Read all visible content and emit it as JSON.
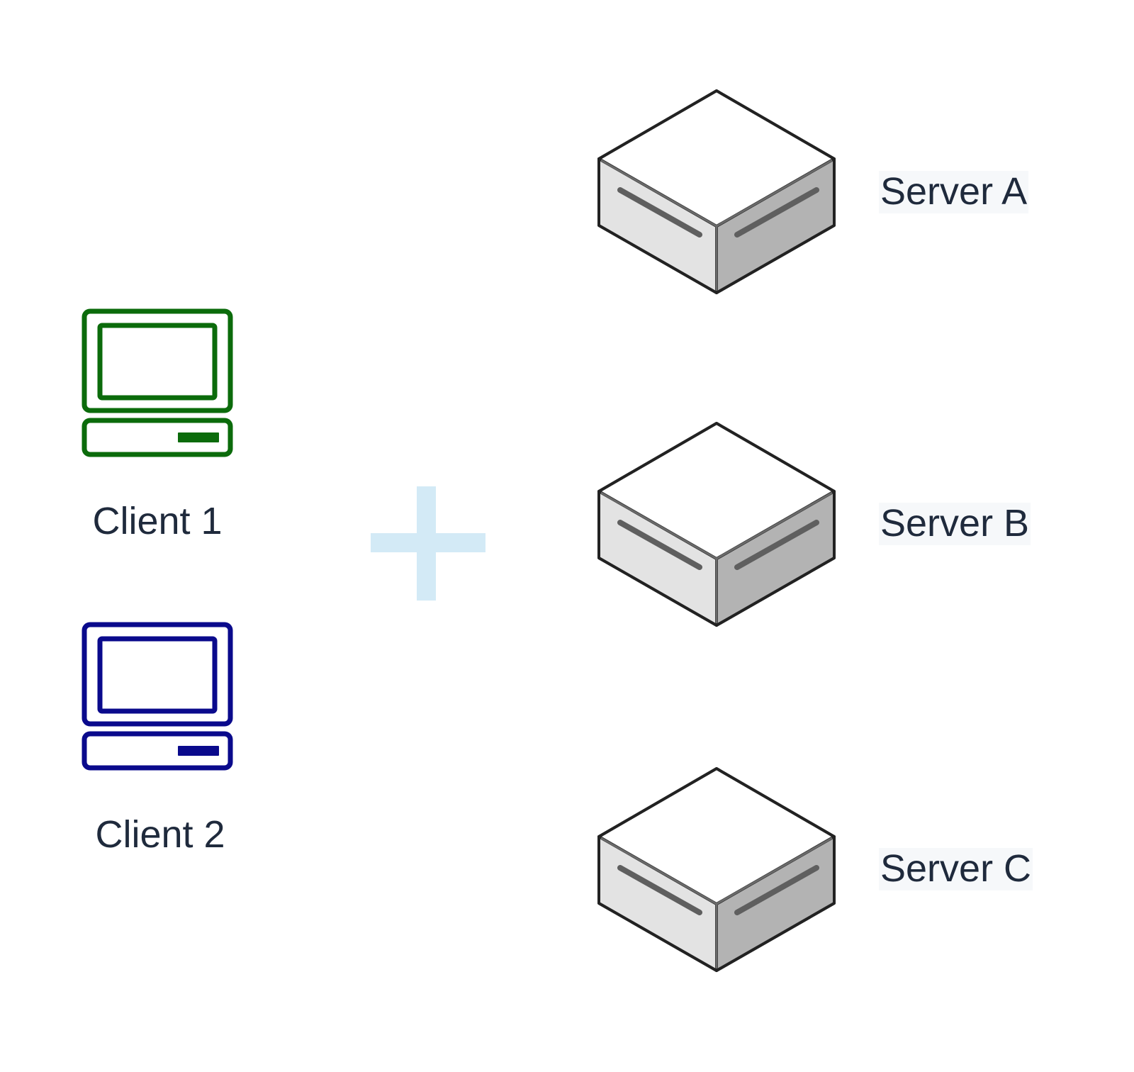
{
  "clients": [
    {
      "label": "Client 1",
      "color": "#0b6b0b"
    },
    {
      "label": "Client 2",
      "color": "#0a0a8c"
    }
  ],
  "add_symbol": {
    "icon": "plus-icon",
    "color": "#d3eaf6"
  },
  "servers": [
    {
      "label": "Server A"
    },
    {
      "label": "Server B"
    },
    {
      "label": "Server C"
    }
  ],
  "colors": {
    "text": "#1f2a3c",
    "server_top": "#ffffff",
    "server_left": "#e3e3e3",
    "server_right": "#b3b3b3",
    "server_outline": "#222222",
    "server_slot": "#5f5f5f",
    "server_label_bg": "#f6f8fa"
  }
}
